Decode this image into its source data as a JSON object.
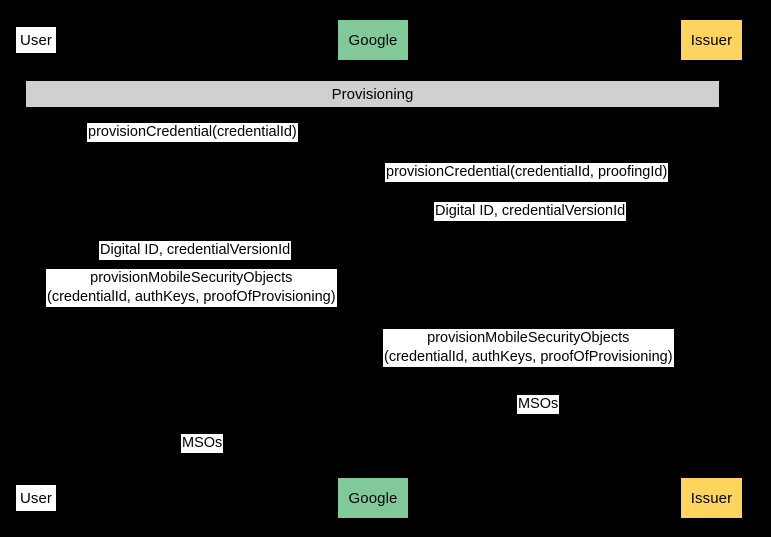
{
  "diagram": {
    "title": "Provisioning",
    "type": "uml-sequence-diagram",
    "background_color": "#000000",
    "label_background_color": "#ffffff",
    "label_text_color": "#000000"
  },
  "colors": {
    "user": "#ffffff",
    "google": "#82c99a",
    "issuer": "#ffd45e",
    "fragment": "#d0d0d0",
    "background": "#000000"
  },
  "actors": [
    {
      "id": "user",
      "label": "User",
      "color": "#ffffff"
    },
    {
      "id": "google",
      "label": "Google",
      "color": "#82c99a"
    },
    {
      "id": "issuer",
      "label": "Issuer",
      "color": "#ffd45e"
    }
  ],
  "fragment": {
    "label": "Provisioning"
  },
  "messages": [
    {
      "index": 1,
      "from": "user",
      "to": "google",
      "lines": [
        "provisionCredential(credentialId)"
      ]
    },
    {
      "index": 2,
      "from": "google",
      "to": "issuer",
      "lines": [
        "provisionCredential(credentialId, proofingId)"
      ]
    },
    {
      "index": 3,
      "from": "issuer",
      "to": "google",
      "lines": [
        "Digital ID, credentialVersionId"
      ]
    },
    {
      "index": 4,
      "from": "google",
      "to": "user",
      "lines": [
        "Digital ID, credentialVersionId"
      ]
    },
    {
      "index": 5,
      "from": "user",
      "to": "google",
      "lines": [
        "provisionMobileSecurityObjects",
        "(credentialId, authKeys, proofOfProvisioning)"
      ]
    },
    {
      "index": 6,
      "from": "google",
      "to": "issuer",
      "lines": [
        "provisionMobileSecurityObjects",
        "(credentialId, authKeys, proofOfProvisioning)"
      ]
    },
    {
      "index": 7,
      "from": "issuer",
      "to": "google",
      "lines": [
        "MSOs"
      ]
    },
    {
      "index": 8,
      "from": "google",
      "to": "user",
      "lines": [
        "MSOs"
      ]
    }
  ]
}
